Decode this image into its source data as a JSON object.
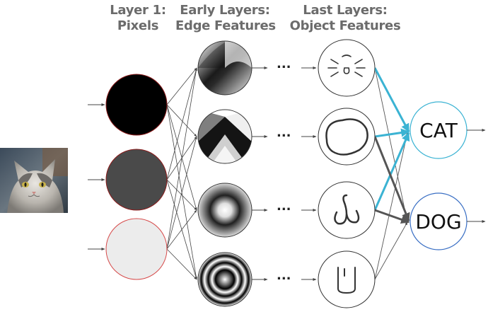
{
  "headings": {
    "layer1_line1": "Layer 1:",
    "layer1_line2": "Pixels",
    "early_line1": "Early Layers:",
    "early_line2": "Edge Features",
    "last_line1": "Last Layers:",
    "last_line2": "Object Features"
  },
  "ellipsis": "...",
  "outputs": {
    "cat": "CAT",
    "dog": "DOG"
  },
  "colors": {
    "heading": "#6b6b6b",
    "pixel_1": "#000000",
    "pixel_2": "#4a4a4a",
    "pixel_3": "#ececec",
    "cat_border": "#3bb3d3",
    "dog_border": "#3a6fc4",
    "cat_connection": "#3bb3d3",
    "dog_connection": "#555555"
  },
  "input_image": "cat-photo"
}
